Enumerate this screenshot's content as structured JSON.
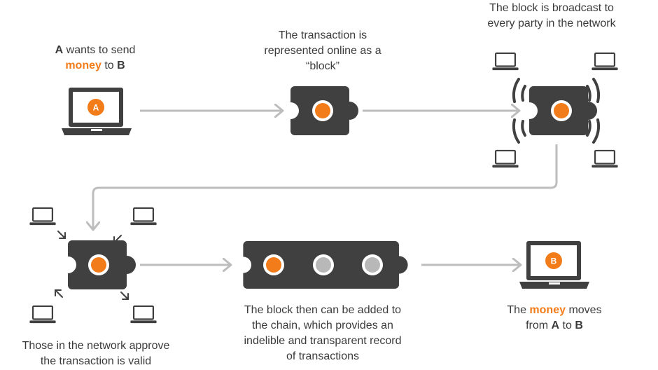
{
  "colors": {
    "dark": "#404040",
    "accent": "#f37c1a",
    "arrow": "#bdbdbd",
    "grey_dot": "#b8b8b8",
    "text": "#3b3b3b"
  },
  "icons": {
    "sender": "laptop-icon",
    "receiver": "laptop-icon",
    "block": "puzzle-piece-icon",
    "broadcast": "signal-waves-icon",
    "peer": "laptop-icon",
    "approve": "diagonal-arrow-icon"
  },
  "laptop_a": {
    "letter": "A"
  },
  "laptop_b": {
    "letter": "B"
  },
  "step1": {
    "a": "A",
    "t1": " wants to send",
    "money": "money",
    "to": " to ",
    "b": "B"
  },
  "step2": {
    "line1": "The transaction is",
    "line2": "represented online as a",
    "line3": "“block”"
  },
  "step3": {
    "line1": "The block is broadcast to",
    "line2": "every party in the network"
  },
  "step4": {
    "line1": "Those in the network approve",
    "line2": "the transaction is valid"
  },
  "step5": {
    "line1": "The block then can be added to",
    "line2": "the chain, which provides an",
    "line3": "indelible and transparent record",
    "line4": "of transactions"
  },
  "step6": {
    "the": "The ",
    "money": "money",
    "moves": " moves",
    "from": "from ",
    "a": "A",
    "to": " to ",
    "b": "B"
  }
}
